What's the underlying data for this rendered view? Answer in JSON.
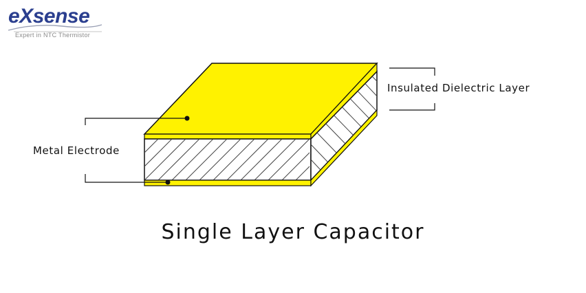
{
  "logo": {
    "wordmark": "eXsense",
    "tagline": "Expert in NTC Thermistor",
    "color": "#2b3f8f"
  },
  "diagram": {
    "title": "Single Layer Capacitor",
    "labels": {
      "dielectric": "Insulated Dielectric Layer",
      "electrode": "Metal Electrode"
    },
    "colors": {
      "electrode": "#fff200",
      "outline": "#111111",
      "hatch": "#444444"
    }
  }
}
